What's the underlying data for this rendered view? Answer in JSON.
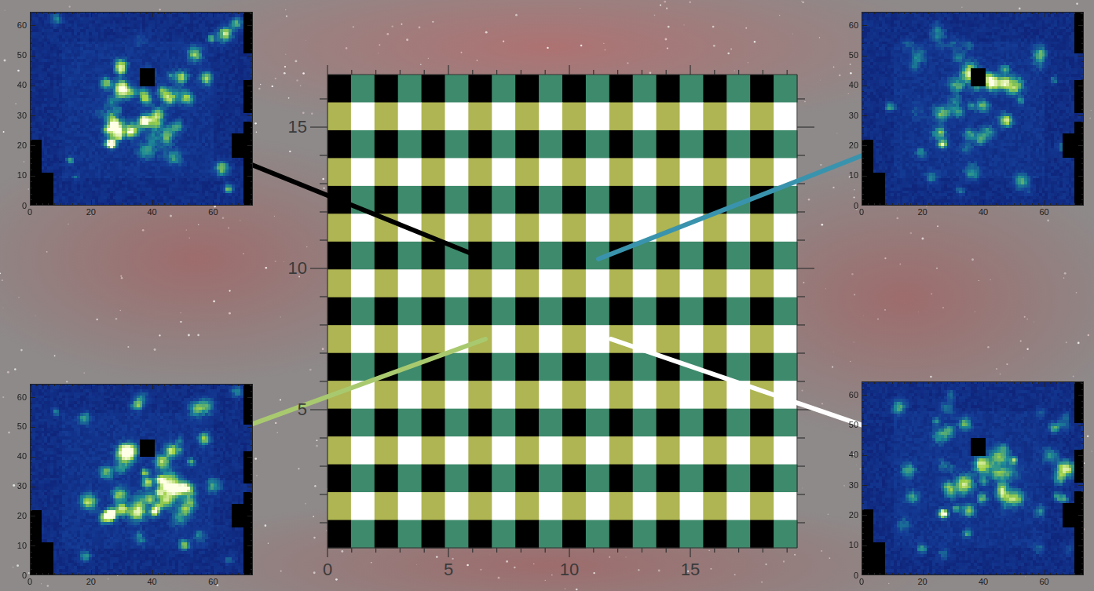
{
  "diagram": {
    "labels": [
      "0",
      "5",
      "10",
      "15",
      "15",
      "10",
      "5",
      "60",
      "50",
      "40",
      "30",
      "20",
      "10",
      "0",
      "0",
      "20",
      "40",
      "60",
      "60",
      "50",
      "40",
      "30",
      "20",
      "10",
      "0",
      "0",
      "20",
      "40",
      "60",
      "60",
      "50",
      "40",
      "30",
      "20",
      "10",
      "0",
      "0",
      "20",
      "40",
      "60",
      "60",
      "50",
      "40",
      "30",
      "20",
      "10",
      "0",
      "0",
      "20",
      "40",
      "60"
    ]
  }
}
